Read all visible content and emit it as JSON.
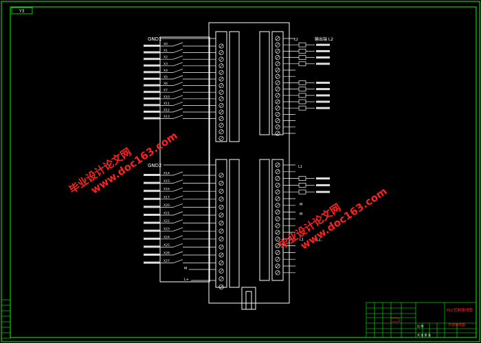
{
  "sheet_tag": "Y3",
  "top_module": {
    "gnd_label": "GND1",
    "input_codes": [
      "X0",
      "X1",
      "X2",
      "X3",
      "X4",
      "X5",
      "X6",
      "X7",
      "X10",
      "X11",
      "X12",
      "X13"
    ],
    "right_label": "L2",
    "right_label_text": "输出端 L2"
  },
  "bottom_module": {
    "gnd_label": "GND2",
    "input_codes": [
      "X14",
      "X15",
      "X16",
      "X17",
      "X20",
      "X21",
      "X22",
      "X23",
      "X24",
      "X25",
      "X26",
      "X27"
    ],
    "right_label_top": "L1",
    "right_label_mid1": "M",
    "right_label_mid2": "M",
    "right_label_bottom": "L1",
    "plc_label": "PLC-",
    "bottom_m": "M",
    "bottom_lplus": "L+"
  },
  "title_block": {
    "title_red": "PLC控制接线图",
    "subtitle_red": "外部接线图",
    "row_small": "比 例",
    "row_small2": "共 张 第 张"
  },
  "watermarks": [
    {
      "line1": "毕业设计论文网",
      "line2": "www.doc163.com"
    },
    {
      "line1": "毕业设计论文网",
      "line2": "www.doc163.com"
    }
  ],
  "colors": {
    "border": "#00ff00",
    "wire": "#ffffff",
    "terminal_green": "#00ff00",
    "watermark_red": "#ff2020",
    "title_red": "#ff3030"
  }
}
